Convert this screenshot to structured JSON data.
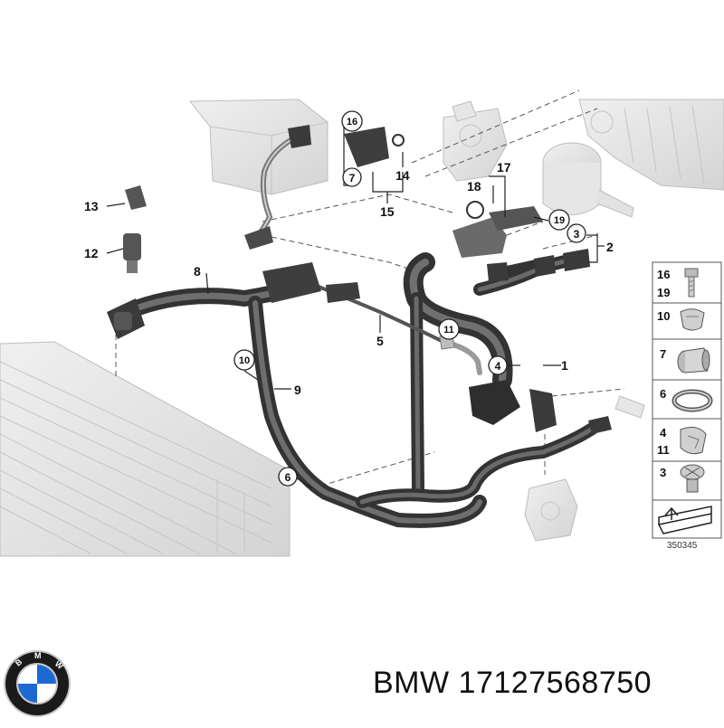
{
  "diagram": {
    "drawing_number": "350345",
    "callouts": [
      {
        "label": "1"
      },
      {
        "label": "2"
      },
      {
        "label": "3"
      },
      {
        "label": "4"
      },
      {
        "label": "5"
      },
      {
        "label": "6"
      },
      {
        "label": "7"
      },
      {
        "label": "8"
      },
      {
        "label": "9"
      },
      {
        "label": "10"
      },
      {
        "label": "11"
      },
      {
        "label": "12"
      },
      {
        "label": "13"
      },
      {
        "label": "14"
      },
      {
        "label": "15"
      },
      {
        "label": "16"
      },
      {
        "label": "17"
      },
      {
        "label": "18"
      },
      {
        "label": "19"
      }
    ],
    "legend": [
      {
        "labels": [
          "16",
          "19"
        ],
        "icon": "bolt-icon"
      },
      {
        "labels": [
          "10"
        ],
        "icon": "hose-clip-icon"
      },
      {
        "labels": [
          "7"
        ],
        "icon": "quick-coupling-icon"
      },
      {
        "labels": [
          "6"
        ],
        "icon": "hose-clamp-icon"
      },
      {
        "labels": [
          "4",
          "11"
        ],
        "icon": "clip-icon"
      },
      {
        "labels": [
          "3"
        ],
        "icon": "screw-plug-icon"
      },
      {
        "labels": [],
        "icon": "shim-wedge-icon"
      }
    ]
  },
  "caption": {
    "brand": "BMW",
    "part_number": "17127568750"
  },
  "logo": {
    "brand_text": "BMW",
    "colors": {
      "outer": "#1a1a1a",
      "blue": "#1c69d4",
      "white": "#ffffff",
      "chrome": "#c8c8c8"
    }
  },
  "colors": {
    "hose": "#4a4a4a",
    "hose_highlight": "#8a8a8a",
    "ghost_part": "#e4e4e4",
    "ghost_edge": "#b8b8b8",
    "leader": "#222222"
  }
}
